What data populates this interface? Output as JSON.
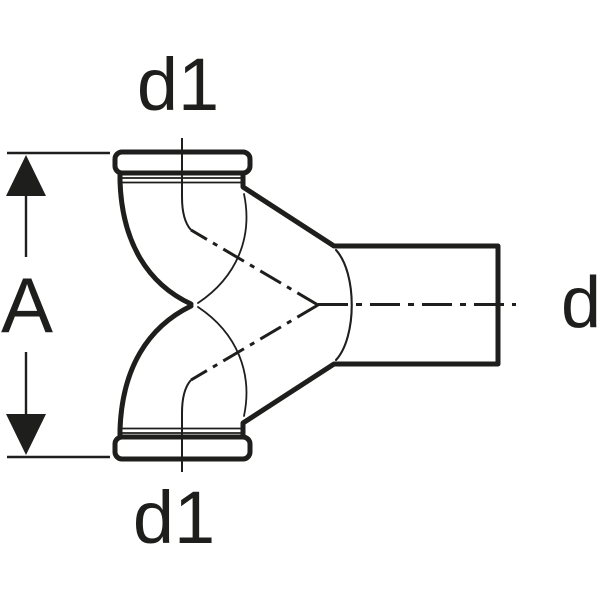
{
  "diagram": {
    "type": "technical-line-drawing",
    "description": "Pipe fitting: double 90-degree bend with two ring-seal sockets on the left (top and bottom) merging into one horizontal spigot outlet on the right; dash-dot centerlines; vertical dimension A between socket end faces.",
    "labels": {
      "socket_top": "d1",
      "socket_bottom": "d1",
      "height_dimension": "A",
      "outlet_diameter": "d"
    },
    "colors": {
      "line": "#1e1e1c",
      "background": "#ffffff"
    }
  }
}
